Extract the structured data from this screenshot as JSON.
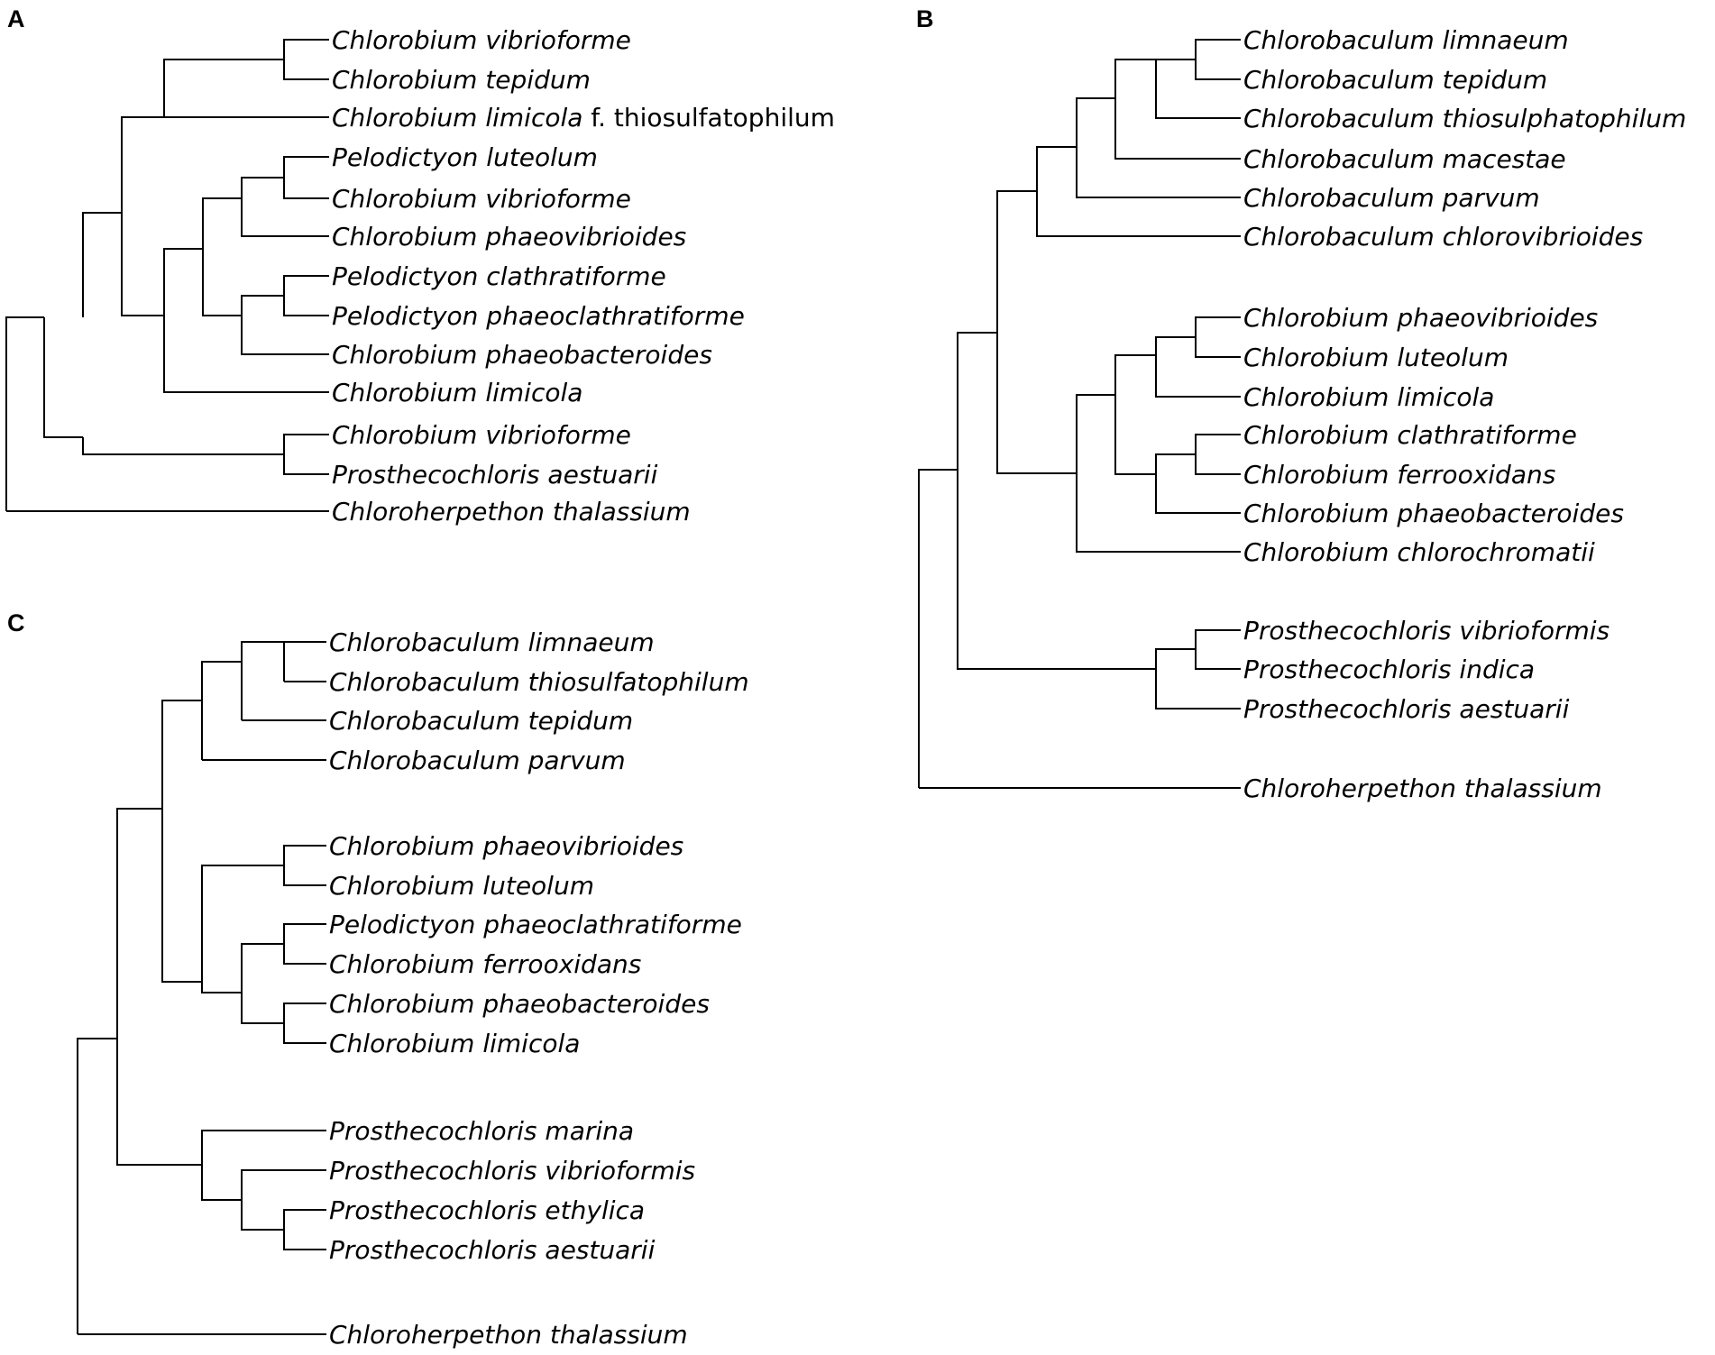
{
  "figure": {
    "panels": [
      {
        "label": "A",
        "taxa": [
          {
            "parts": [
              {
                "text": "Chlorobium vibrioforme",
                "italic": true
              }
            ]
          },
          {
            "parts": [
              {
                "text": "Chlorobium tepidum",
                "italic": true
              }
            ]
          },
          {
            "parts": [
              {
                "text": "Chlorobium limicola",
                "italic": true
              },
              {
                "text": " f. thiosulfatophilum",
                "italic": false
              }
            ]
          },
          {
            "parts": [
              {
                "text": "Pelodictyon luteolum",
                "italic": true
              }
            ]
          },
          {
            "parts": [
              {
                "text": "Chlorobium vibrioforme",
                "italic": true
              }
            ]
          },
          {
            "parts": [
              {
                "text": "Chlorobium phaeovibrioides",
                "italic": true
              }
            ]
          },
          {
            "parts": [
              {
                "text": "Pelodictyon clathratiforme",
                "italic": true
              }
            ]
          },
          {
            "parts": [
              {
                "text": "Pelodictyon phaeoclathratiforme",
                "italic": true
              }
            ]
          },
          {
            "parts": [
              {
                "text": "Chlorobium phaeobacteroides",
                "italic": true
              }
            ]
          },
          {
            "parts": [
              {
                "text": "Chlorobium limicola",
                "italic": true
              }
            ]
          },
          {
            "parts": [
              {
                "text": "Chlorobium vibrioforme",
                "italic": true
              }
            ]
          },
          {
            "parts": [
              {
                "text": "Prosthecochloris aestuarii",
                "italic": true
              }
            ]
          },
          {
            "parts": [
              {
                "text": "Chloroherpethon thalassium",
                "italic": true
              }
            ]
          }
        ]
      },
      {
        "label": "B",
        "taxa": [
          {
            "parts": [
              {
                "text": "Chlorobaculum limnaeum",
                "italic": true
              }
            ]
          },
          {
            "parts": [
              {
                "text": "Chlorobaculum tepidum",
                "italic": true
              }
            ]
          },
          {
            "parts": [
              {
                "text": "Chlorobaculum thiosulphatophilum",
                "italic": true
              }
            ]
          },
          {
            "parts": [
              {
                "text": "Chlorobaculum macestae",
                "italic": true
              }
            ]
          },
          {
            "parts": [
              {
                "text": "Chlorobaculum parvum",
                "italic": true
              }
            ]
          },
          {
            "parts": [
              {
                "text": "Chlorobaculum chlorovibrioides",
                "italic": true
              }
            ]
          },
          {
            "parts": [
              {
                "text": "Chlorobium phaeovibrioides",
                "italic": true
              }
            ]
          },
          {
            "parts": [
              {
                "text": "Chlorobium luteolum",
                "italic": true
              }
            ]
          },
          {
            "parts": [
              {
                "text": "Chlorobium limicola",
                "italic": true
              }
            ]
          },
          {
            "parts": [
              {
                "text": "Chlorobium clathratiforme",
                "italic": true
              }
            ]
          },
          {
            "parts": [
              {
                "text": "Chlorobium ferrooxidans",
                "italic": true
              }
            ]
          },
          {
            "parts": [
              {
                "text": "Chlorobium phaeobacteroides",
                "italic": true
              }
            ]
          },
          {
            "parts": [
              {
                "text": "Chlorobium chlorochromatii",
                "italic": true
              }
            ]
          },
          {
            "parts": [
              {
                "text": "Prosthecochloris vibrioformis",
                "italic": true
              }
            ]
          },
          {
            "parts": [
              {
                "text": "Prosthecochloris indica",
                "italic": true
              }
            ]
          },
          {
            "parts": [
              {
                "text": "Prosthecochloris aestuarii",
                "italic": true
              }
            ]
          },
          {
            "parts": [
              {
                "text": "Chloroherpethon thalassium",
                "italic": true
              }
            ]
          }
        ]
      },
      {
        "label": "C",
        "taxa": [
          {
            "parts": [
              {
                "text": "Chlorobaculum limnaeum",
                "italic": true
              }
            ]
          },
          {
            "parts": [
              {
                "text": "Chlorobaculum thiosulfatophilum",
                "italic": true
              }
            ]
          },
          {
            "parts": [
              {
                "text": "Chlorobaculum tepidum",
                "italic": true
              }
            ]
          },
          {
            "parts": [
              {
                "text": "Chlorobaculum parvum",
                "italic": true
              }
            ]
          },
          {
            "parts": [
              {
                "text": "Chlorobium phaeovibrioides",
                "italic": true
              }
            ]
          },
          {
            "parts": [
              {
                "text": "Chlorobium luteolum",
                "italic": true
              }
            ]
          },
          {
            "parts": [
              {
                "text": "Pelodictyon phaeoclathratiforme",
                "italic": true
              }
            ]
          },
          {
            "parts": [
              {
                "text": "Chlorobium ferrooxidans",
                "italic": true
              }
            ]
          },
          {
            "parts": [
              {
                "text": "Chlorobium phaeobacteroides",
                "italic": true
              }
            ]
          },
          {
            "parts": [
              {
                "text": "Chlorobium limicola",
                "italic": true
              }
            ]
          },
          {
            "parts": [
              {
                "text": "Prosthecochloris marina",
                "italic": true
              }
            ]
          },
          {
            "parts": [
              {
                "text": "Prosthecochloris vibrioformis",
                "italic": true
              }
            ]
          },
          {
            "parts": [
              {
                "text": "Prosthecochloris ethylica",
                "italic": true
              }
            ]
          },
          {
            "parts": [
              {
                "text": "Prosthecochloris aestuarii",
                "italic": true
              }
            ]
          },
          {
            "parts": [
              {
                "text": "Chloroherpethon thalassium",
                "italic": true
              }
            ]
          }
        ]
      }
    ]
  }
}
